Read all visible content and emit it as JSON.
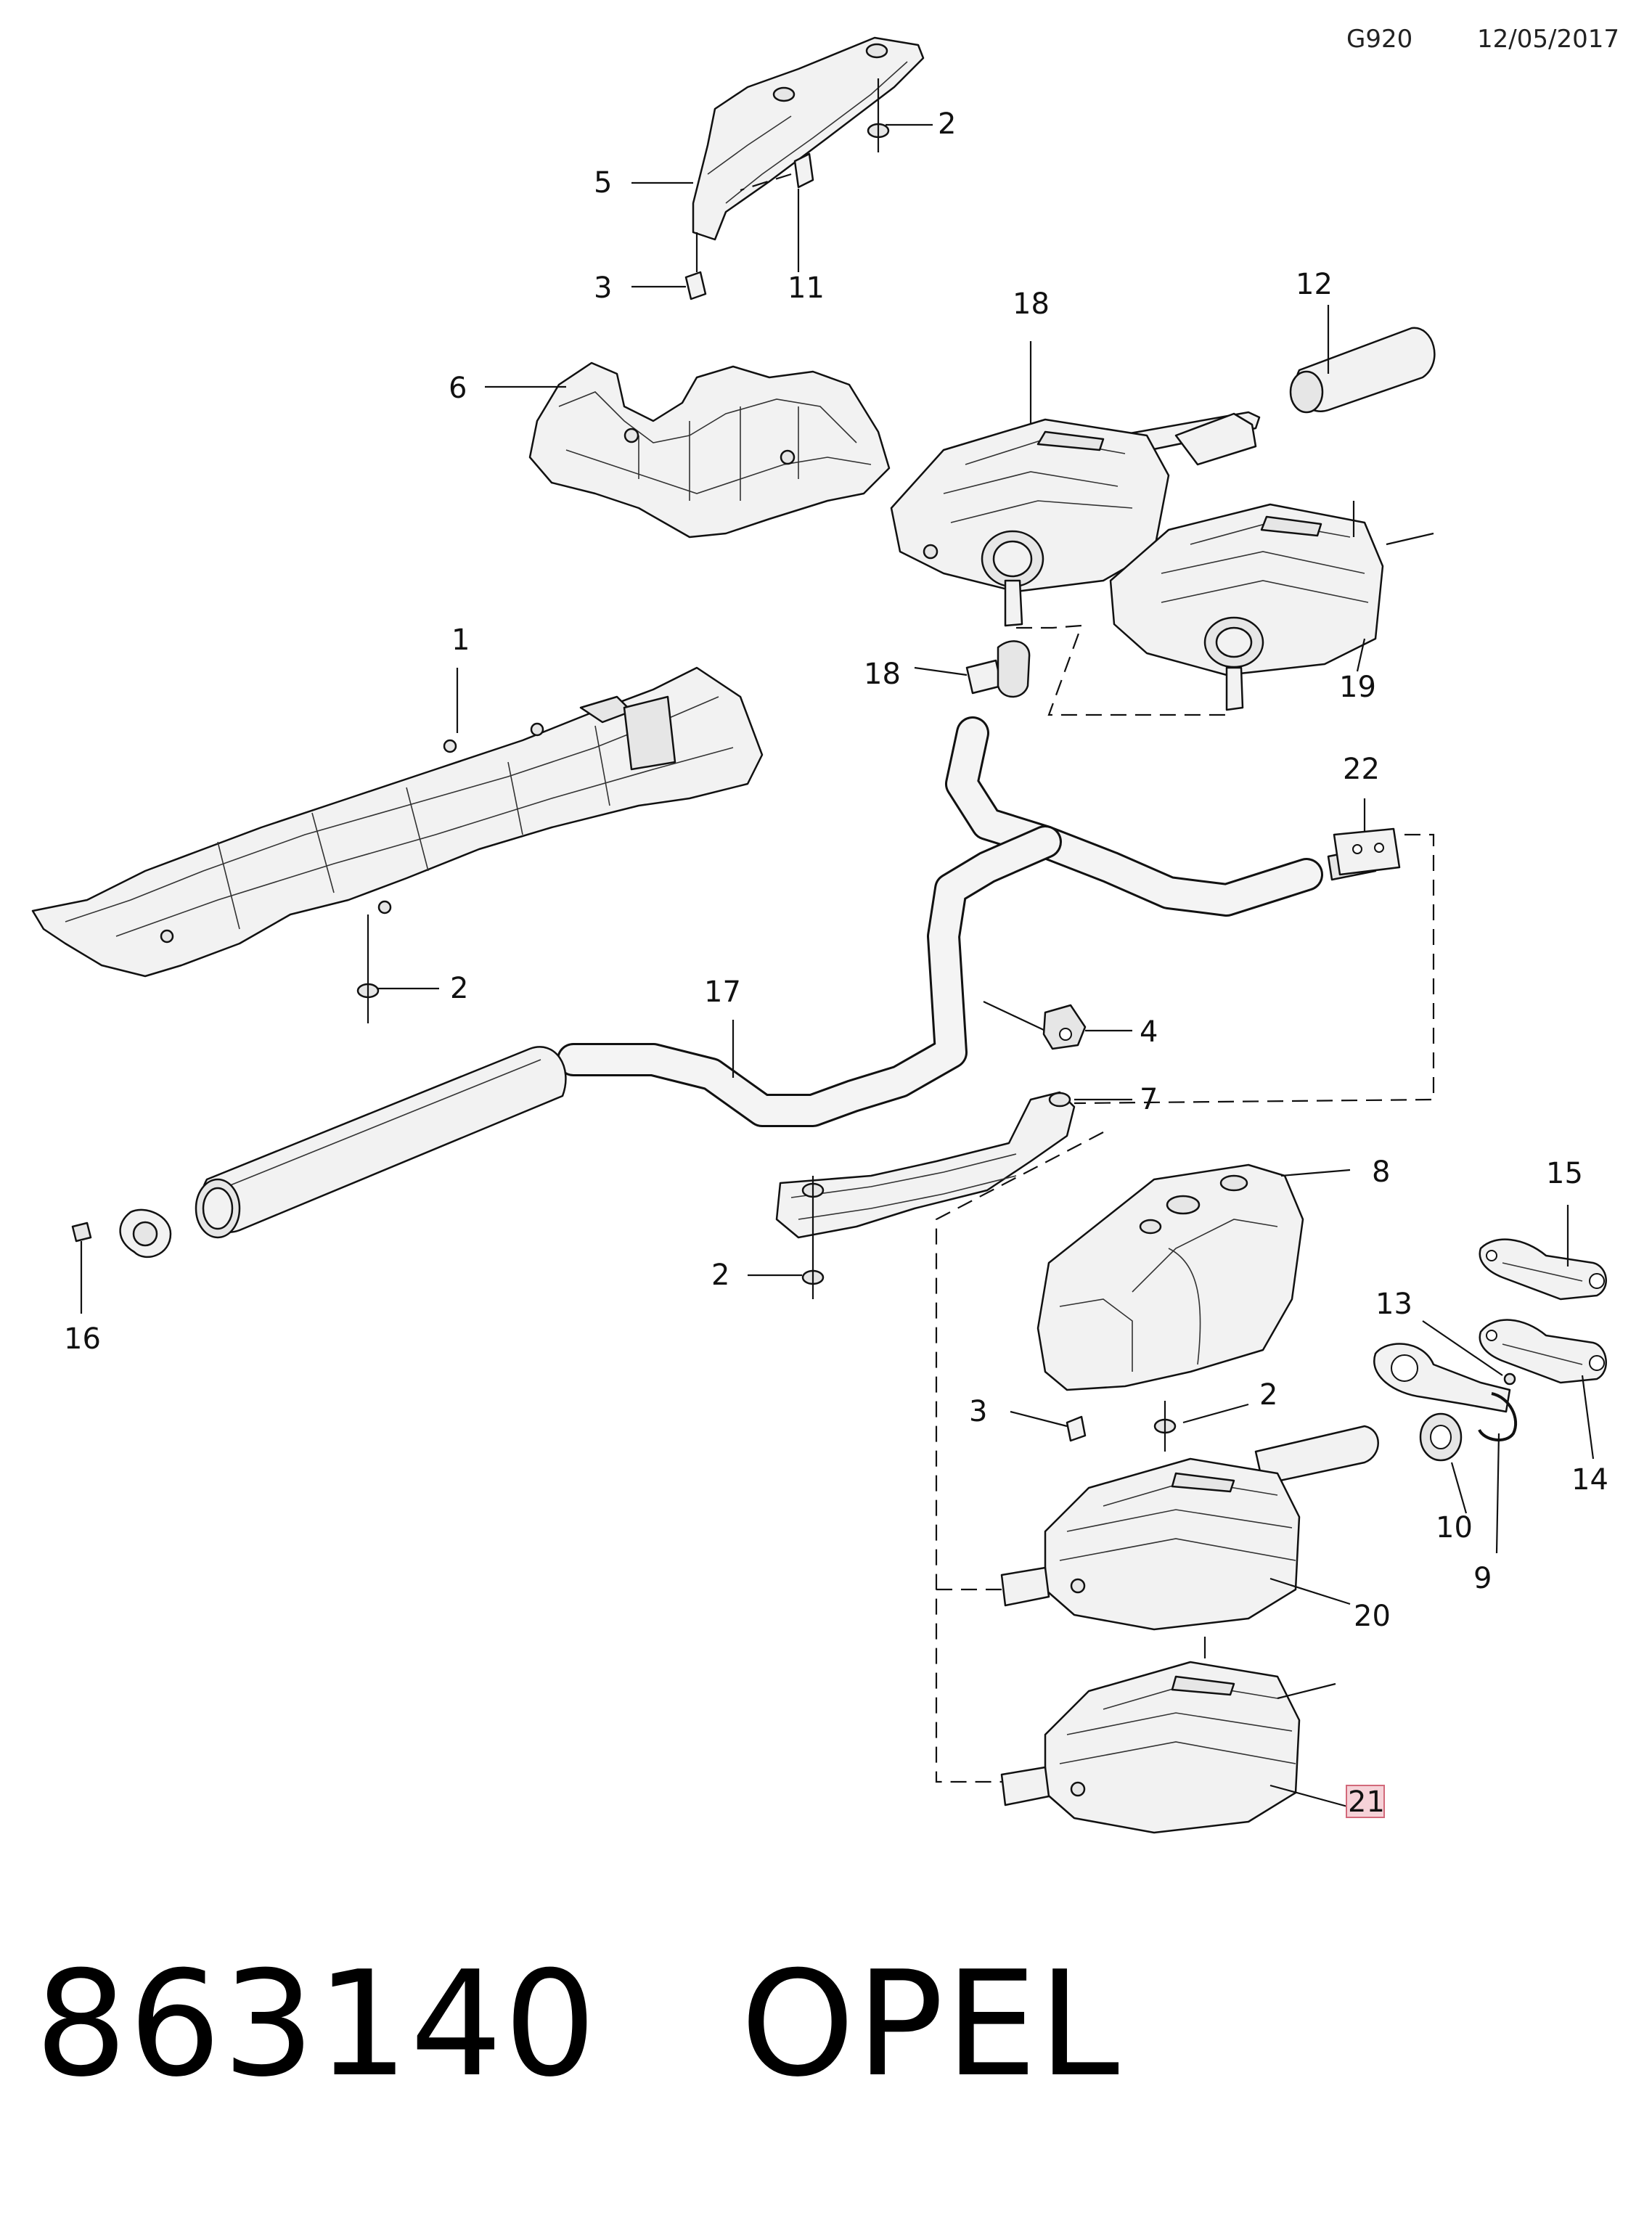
{
  "header": {
    "code": "G920",
    "date": "12/05/2017"
  },
  "footer": {
    "title": "863140   OPEL"
  },
  "callouts": [
    {
      "id": "c-1",
      "label": "1"
    },
    {
      "id": "c-2a",
      "label": "2"
    },
    {
      "id": "c-2b",
      "label": "2"
    },
    {
      "id": "c-2c",
      "label": "2"
    },
    {
      "id": "c-2d",
      "label": "2"
    },
    {
      "id": "c-3a",
      "label": "3"
    },
    {
      "id": "c-3b",
      "label": "3"
    },
    {
      "id": "c-4",
      "label": "4"
    },
    {
      "id": "c-5",
      "label": "5"
    },
    {
      "id": "c-6",
      "label": "6"
    },
    {
      "id": "c-7",
      "label": "7"
    },
    {
      "id": "c-8",
      "label": "8"
    },
    {
      "id": "c-9",
      "label": "9"
    },
    {
      "id": "c-10",
      "label": "10"
    },
    {
      "id": "c-11",
      "label": "11"
    },
    {
      "id": "c-12",
      "label": "12"
    },
    {
      "id": "c-13",
      "label": "13"
    },
    {
      "id": "c-14",
      "label": "14"
    },
    {
      "id": "c-15",
      "label": "15"
    },
    {
      "id": "c-16",
      "label": "16"
    },
    {
      "id": "c-17",
      "label": "17"
    },
    {
      "id": "c-18a",
      "label": "18"
    },
    {
      "id": "c-18b",
      "label": "18"
    },
    {
      "id": "c-19",
      "label": "19"
    },
    {
      "id": "c-20",
      "label": "20"
    },
    {
      "id": "c-21",
      "label": "21"
    },
    {
      "id": "c-22",
      "label": "22"
    }
  ],
  "colors": {
    "line": "#111111",
    "highlight_fill": "#f6d2d8",
    "highlight_stroke": "#d2697a"
  }
}
